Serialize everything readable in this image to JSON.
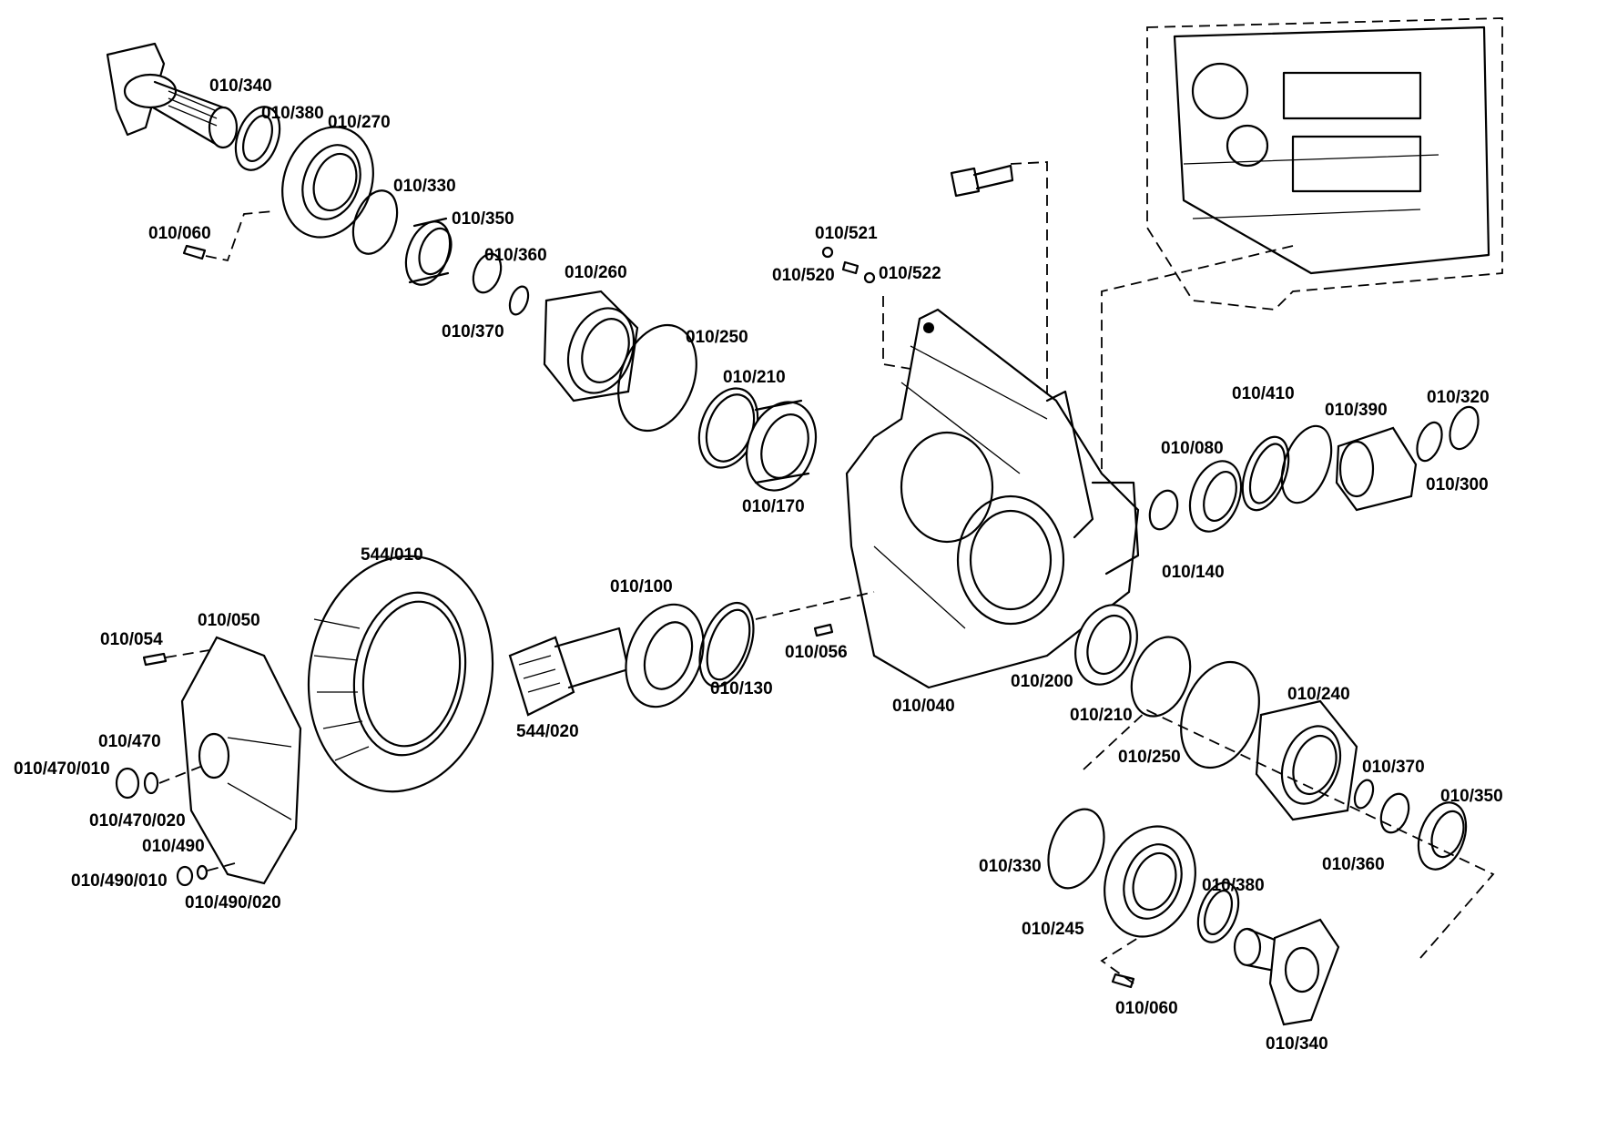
{
  "labels": [
    {
      "id": "lbl-340-top",
      "text": "010/340"
    },
    {
      "id": "lbl-380-top",
      "text": "010/380"
    },
    {
      "id": "lbl-270",
      "text": "010/270"
    },
    {
      "id": "lbl-330-top",
      "text": "010/330"
    },
    {
      "id": "lbl-060-top",
      "text": "010/060"
    },
    {
      "id": "lbl-350-top",
      "text": "010/350"
    },
    {
      "id": "lbl-360-top",
      "text": "010/360"
    },
    {
      "id": "lbl-370-top",
      "text": "010/370"
    },
    {
      "id": "lbl-260",
      "text": "010/260"
    },
    {
      "id": "lbl-250-top",
      "text": "010/250"
    },
    {
      "id": "lbl-210-top",
      "text": "010/210"
    },
    {
      "id": "lbl-170",
      "text": "010/170"
    },
    {
      "id": "lbl-521",
      "text": "010/521"
    },
    {
      "id": "lbl-520",
      "text": "010/520"
    },
    {
      "id": "lbl-522",
      "text": "010/522"
    },
    {
      "id": "lbl-410",
      "text": "010/410"
    },
    {
      "id": "lbl-390",
      "text": "010/390"
    },
    {
      "id": "lbl-320",
      "text": "010/320"
    },
    {
      "id": "lbl-080",
      "text": "010/080"
    },
    {
      "id": "lbl-300",
      "text": "010/300"
    },
    {
      "id": "lbl-140",
      "text": "010/140"
    },
    {
      "id": "lbl-544-010",
      "text": "544/010"
    },
    {
      "id": "lbl-100",
      "text": "010/100"
    },
    {
      "id": "lbl-050",
      "text": "010/050"
    },
    {
      "id": "lbl-054",
      "text": "010/054"
    },
    {
      "id": "lbl-056",
      "text": "010/056"
    },
    {
      "id": "lbl-130",
      "text": "010/130"
    },
    {
      "id": "lbl-544-020",
      "text": "544/020"
    },
    {
      "id": "lbl-040",
      "text": "010/040"
    },
    {
      "id": "lbl-200",
      "text": "010/200"
    },
    {
      "id": "lbl-210-bot",
      "text": "010/210"
    },
    {
      "id": "lbl-240",
      "text": "010/240"
    },
    {
      "id": "lbl-470",
      "text": "010/470"
    },
    {
      "id": "lbl-470-010",
      "text": "010/470/010"
    },
    {
      "id": "lbl-470-020",
      "text": "010/470/020"
    },
    {
      "id": "lbl-250-bot",
      "text": "010/250"
    },
    {
      "id": "lbl-370-bot",
      "text": "010/370"
    },
    {
      "id": "lbl-350-bot",
      "text": "010/350"
    },
    {
      "id": "lbl-490",
      "text": "010/490"
    },
    {
      "id": "lbl-490-010",
      "text": "010/490/010"
    },
    {
      "id": "lbl-490-020",
      "text": "010/490/020"
    },
    {
      "id": "lbl-330-bot",
      "text": "010/330"
    },
    {
      "id": "lbl-360-bot",
      "text": "010/360"
    },
    {
      "id": "lbl-380-bot",
      "text": "010/380"
    },
    {
      "id": "lbl-245",
      "text": "010/245"
    },
    {
      "id": "lbl-060-bot",
      "text": "010/060"
    },
    {
      "id": "lbl-340-bot",
      "text": "010/340"
    }
  ]
}
